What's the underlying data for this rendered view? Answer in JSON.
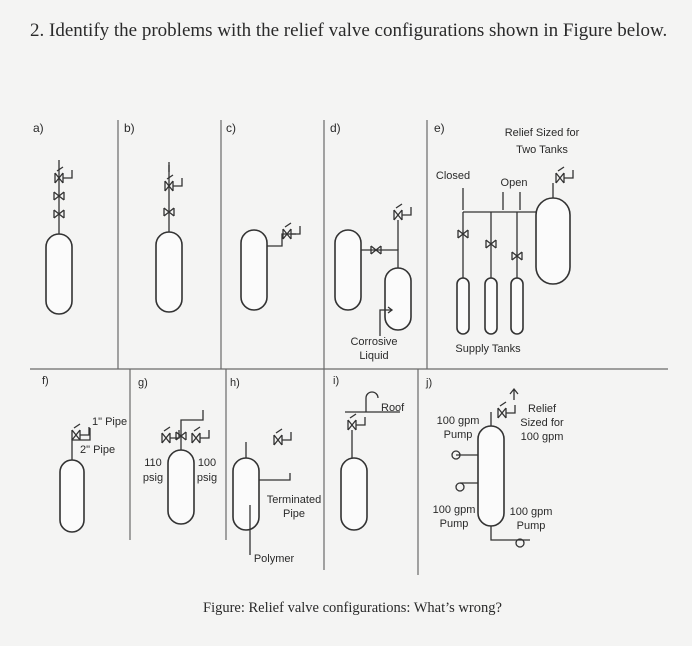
{
  "question": "2. Identify the problems with the relief valve configurations shown in Figure below.",
  "caption": "Figure: Relief valve configurations: What’s wrong?",
  "panels": {
    "a": {
      "label": "a)"
    },
    "b": {
      "label": "b)"
    },
    "c": {
      "label": "c)"
    },
    "d": {
      "label": "d)",
      "text_line1": "Corrosive",
      "text_line2": "Liquid"
    },
    "e": {
      "label": "e)",
      "relief_line1": "Relief Sized for",
      "relief_line2": "Two Tanks",
      "closed": "Closed",
      "open": "Open",
      "supply": "Supply Tanks"
    },
    "f": {
      "label": "f)",
      "pipe1": "1\" Pipe",
      "pipe2": "2\" Pipe"
    },
    "g": {
      "label": "g)",
      "p1_value": "110",
      "p1_unit": "psig",
      "p2_value": "100",
      "p2_unit": "psig"
    },
    "h": {
      "label": "h)",
      "terminated_line1": "Terminated",
      "terminated_line2": "Pipe",
      "polymer": "Polymer"
    },
    "i": {
      "label": "i)",
      "roof": "Roof"
    },
    "j": {
      "label": "j)",
      "pump1_line1": "100 gpm",
      "pump1_line2": "Pump",
      "relief_line1": "Relief",
      "relief_line2": "Sized for",
      "relief_line3": "100 gpm",
      "pump2_line1": "100 gpm",
      "pump2_line2": "Pump",
      "pump3_line1": "100 gpm",
      "pump3_line2": "Pump"
    }
  }
}
